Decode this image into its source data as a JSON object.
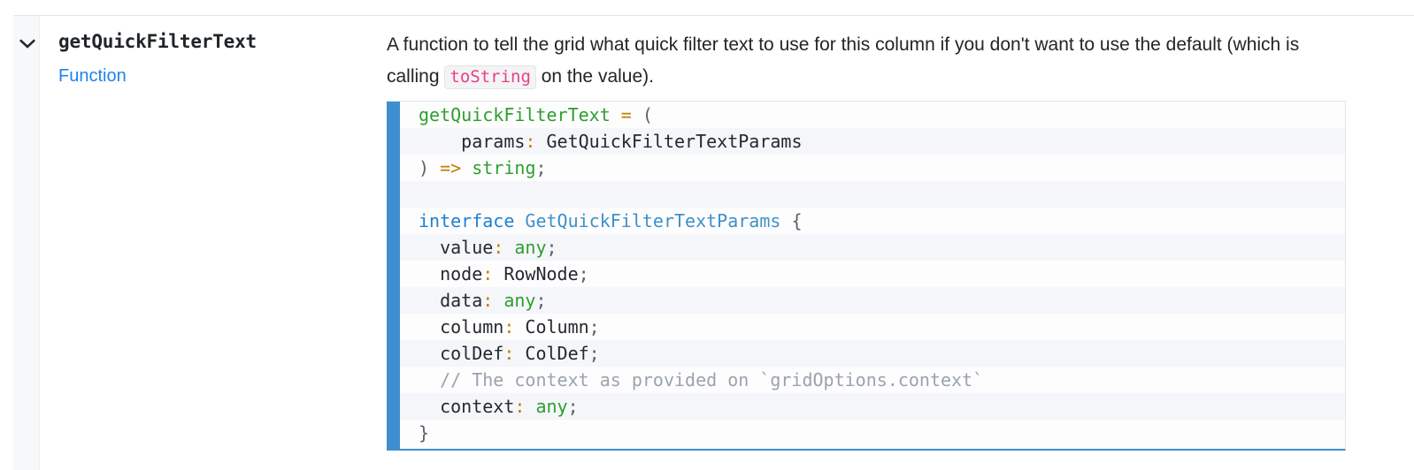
{
  "property": {
    "expand_icon": "chevron-down-icon",
    "expanded": true,
    "name": "getQuickFilterText",
    "type_label": "Function"
  },
  "description": {
    "part1": "A function to tell the grid what quick filter text to use for this column if you don't want to use the default (which is calling ",
    "inline_code": "toString",
    "part2": " on the value)."
  },
  "code_block": {
    "accent_color": "#3d8fd0",
    "lines": [
      {
        "stripe": false,
        "tokens": [
          {
            "text": "getQuickFilterText",
            "cls": "t-fn"
          },
          {
            "text": " ",
            "cls": "t-punct"
          },
          {
            "text": "=",
            "cls": "t-op"
          },
          {
            "text": " ",
            "cls": "t-punct"
          },
          {
            "text": "(",
            "cls": "t-punct"
          }
        ]
      },
      {
        "stripe": true,
        "tokens": [
          {
            "text": "    params",
            "cls": "t-ident"
          },
          {
            "text": ":",
            "cls": "t-colon"
          },
          {
            "text": " GetQuickFilterTextParams",
            "cls": "t-name"
          }
        ]
      },
      {
        "stripe": false,
        "tokens": [
          {
            "text": ")",
            "cls": "t-punct"
          },
          {
            "text": " ",
            "cls": "t-punct"
          },
          {
            "text": "=>",
            "cls": "t-op"
          },
          {
            "text": " ",
            "cls": "t-punct"
          },
          {
            "text": "string",
            "cls": "t-prim"
          },
          {
            "text": ";",
            "cls": "t-punct"
          }
        ]
      },
      {
        "stripe": true,
        "tokens": []
      },
      {
        "stripe": false,
        "tokens": [
          {
            "text": "interface",
            "cls": "t-kw"
          },
          {
            "text": " ",
            "cls": "t-punct"
          },
          {
            "text": "GetQuickFilterTextParams",
            "cls": "t-type"
          },
          {
            "text": " {",
            "cls": "t-punct"
          }
        ]
      },
      {
        "stripe": true,
        "tokens": [
          {
            "text": "  value",
            "cls": "t-ident"
          },
          {
            "text": ":",
            "cls": "t-colon"
          },
          {
            "text": " ",
            "cls": "t-punct"
          },
          {
            "text": "any",
            "cls": "t-prim"
          },
          {
            "text": ";",
            "cls": "t-punct"
          }
        ]
      },
      {
        "stripe": false,
        "tokens": [
          {
            "text": "  node",
            "cls": "t-ident"
          },
          {
            "text": ":",
            "cls": "t-colon"
          },
          {
            "text": " RowNode",
            "cls": "t-name"
          },
          {
            "text": ";",
            "cls": "t-punct"
          }
        ]
      },
      {
        "stripe": true,
        "tokens": [
          {
            "text": "  data",
            "cls": "t-ident"
          },
          {
            "text": ":",
            "cls": "t-colon"
          },
          {
            "text": " ",
            "cls": "t-punct"
          },
          {
            "text": "any",
            "cls": "t-prim"
          },
          {
            "text": ";",
            "cls": "t-punct"
          }
        ]
      },
      {
        "stripe": false,
        "tokens": [
          {
            "text": "  column",
            "cls": "t-ident"
          },
          {
            "text": ":",
            "cls": "t-colon"
          },
          {
            "text": " Column",
            "cls": "t-name"
          },
          {
            "text": ";",
            "cls": "t-punct"
          }
        ]
      },
      {
        "stripe": true,
        "tokens": [
          {
            "text": "  colDef",
            "cls": "t-ident"
          },
          {
            "text": ":",
            "cls": "t-colon"
          },
          {
            "text": " ColDef",
            "cls": "t-name"
          },
          {
            "text": ";",
            "cls": "t-punct"
          }
        ]
      },
      {
        "stripe": false,
        "tokens": [
          {
            "text": "  // The context as provided on `gridOptions.context`",
            "cls": "t-comment"
          }
        ]
      },
      {
        "stripe": true,
        "tokens": [
          {
            "text": "  context",
            "cls": "t-ident"
          },
          {
            "text": ":",
            "cls": "t-colon"
          },
          {
            "text": " ",
            "cls": "t-punct"
          },
          {
            "text": "any",
            "cls": "t-prim"
          },
          {
            "text": ";",
            "cls": "t-punct"
          }
        ]
      },
      {
        "stripe": false,
        "tokens": [
          {
            "text": "}",
            "cls": "t-punct"
          }
        ]
      }
    ]
  }
}
